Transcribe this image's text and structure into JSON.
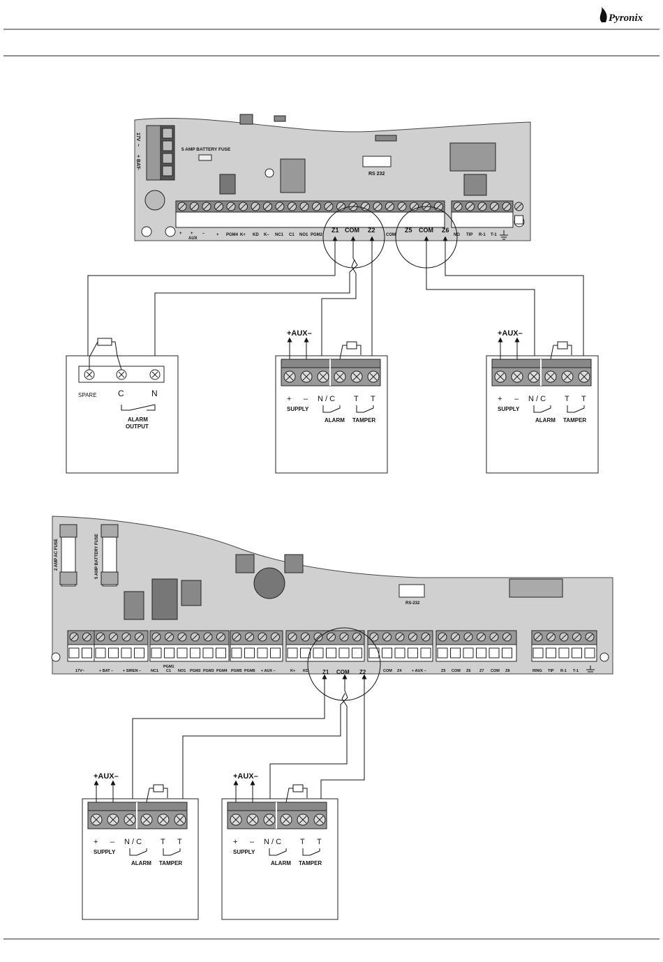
{
  "header": {
    "logo_text": "Pyronix"
  },
  "panel1": {
    "left_terminal_labels": [
      "17V",
      "~",
      "+ BAT",
      "–"
    ],
    "battery_fuse_label": "5 AMP BATTERY FUSE",
    "rs232_label": "RS 232",
    "aux_label": "AUX",
    "terminal_labels": [
      "+",
      "+",
      "–",
      "+",
      "PGM4",
      "K+",
      "KD",
      "K–",
      "NC1",
      "C1",
      "NO1",
      "PGM2",
      "Z1",
      "COM",
      "Z2",
      "COM",
      "Z5",
      "COM",
      "Z6",
      "NG",
      "TIP",
      "R-1",
      "T-1"
    ]
  },
  "panel2": {
    "ac_fuse_label": "2 AMP AC FUSE",
    "battery_fuse_label": "5 AMP BATTERY FUSE",
    "rs232_label": "RS-232",
    "pgm1_label": "PGM1",
    "terminal_labels": [
      "17V~",
      "+ BAT –",
      "+ SIREN –",
      "NC1",
      "C1",
      "NO1",
      "PGM2",
      "PGM3",
      "PGM4",
      "PGM5",
      "PGM6",
      "+ AUX –",
      "K+",
      "KD",
      "Z1",
      "COM",
      "Z2",
      "COM",
      "Z4",
      "+ AUX –",
      "Z5",
      "COM",
      "Z6",
      "Z7",
      "COM",
      "Z8",
      "RING",
      "TIP",
      "R-1",
      "T-1"
    ]
  },
  "alarm_output_device": {
    "spare_label": "SPARE",
    "c_label": "C",
    "n_label": "N",
    "group_label_1": "ALARM",
    "group_label_2": "OUTPUT"
  },
  "detector": {
    "aux_label": "+AUX–",
    "plus_label": "+",
    "minus_label": "–",
    "nc_label": "N / C",
    "t1_label": "T",
    "t2_label": "T",
    "supply_label": "SUPPLY",
    "alarm_label": "ALARM",
    "tamper_label": "TAMPER"
  }
}
